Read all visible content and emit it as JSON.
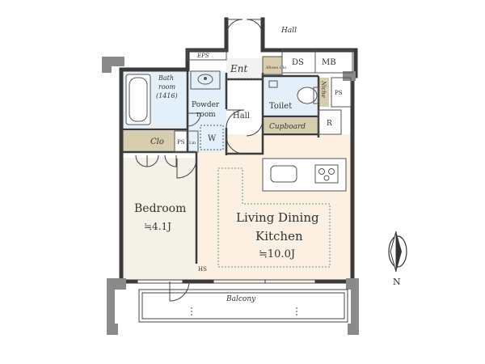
{
  "rooms": {
    "hall_top": "Hall",
    "entrance": "Ent",
    "shoe_closet": "Shoes Clo",
    "ds": "DS",
    "mb": "MB",
    "eps": "EPS",
    "bath_line1": "Bath",
    "bath_line2": "room",
    "bath_line3": "(1416)",
    "powder_line1": "Powder",
    "powder_line2": "room",
    "hall_inner": "Hall",
    "toilet": "Toilet",
    "niche": "Niche",
    "ps_right": "PS",
    "cupboard": "Cupboard",
    "refrigerator": "R",
    "washer": "W",
    "lin": "Lin",
    "closet": "Clo",
    "ps_left": "PS",
    "bedroom_name": "Bedroom",
    "bedroom_size": "≒4.1J",
    "ldk_line1": "Living Dining",
    "ldk_line2": "Kitchen",
    "ldk_size": "≒10.0J",
    "hs": "HS",
    "balcony": "Balcony"
  },
  "compass": {
    "north": "N"
  },
  "colors": {
    "wall": "#3a3a3a",
    "wall_gray": "#8a8a8a",
    "wet_area": "#e3f0f9",
    "ldk_floor": "#fbf0e2",
    "bedroom_floor": "#f4f1e9",
    "storage": "#d9cdb0",
    "hall_floor": "#ffffff"
  }
}
